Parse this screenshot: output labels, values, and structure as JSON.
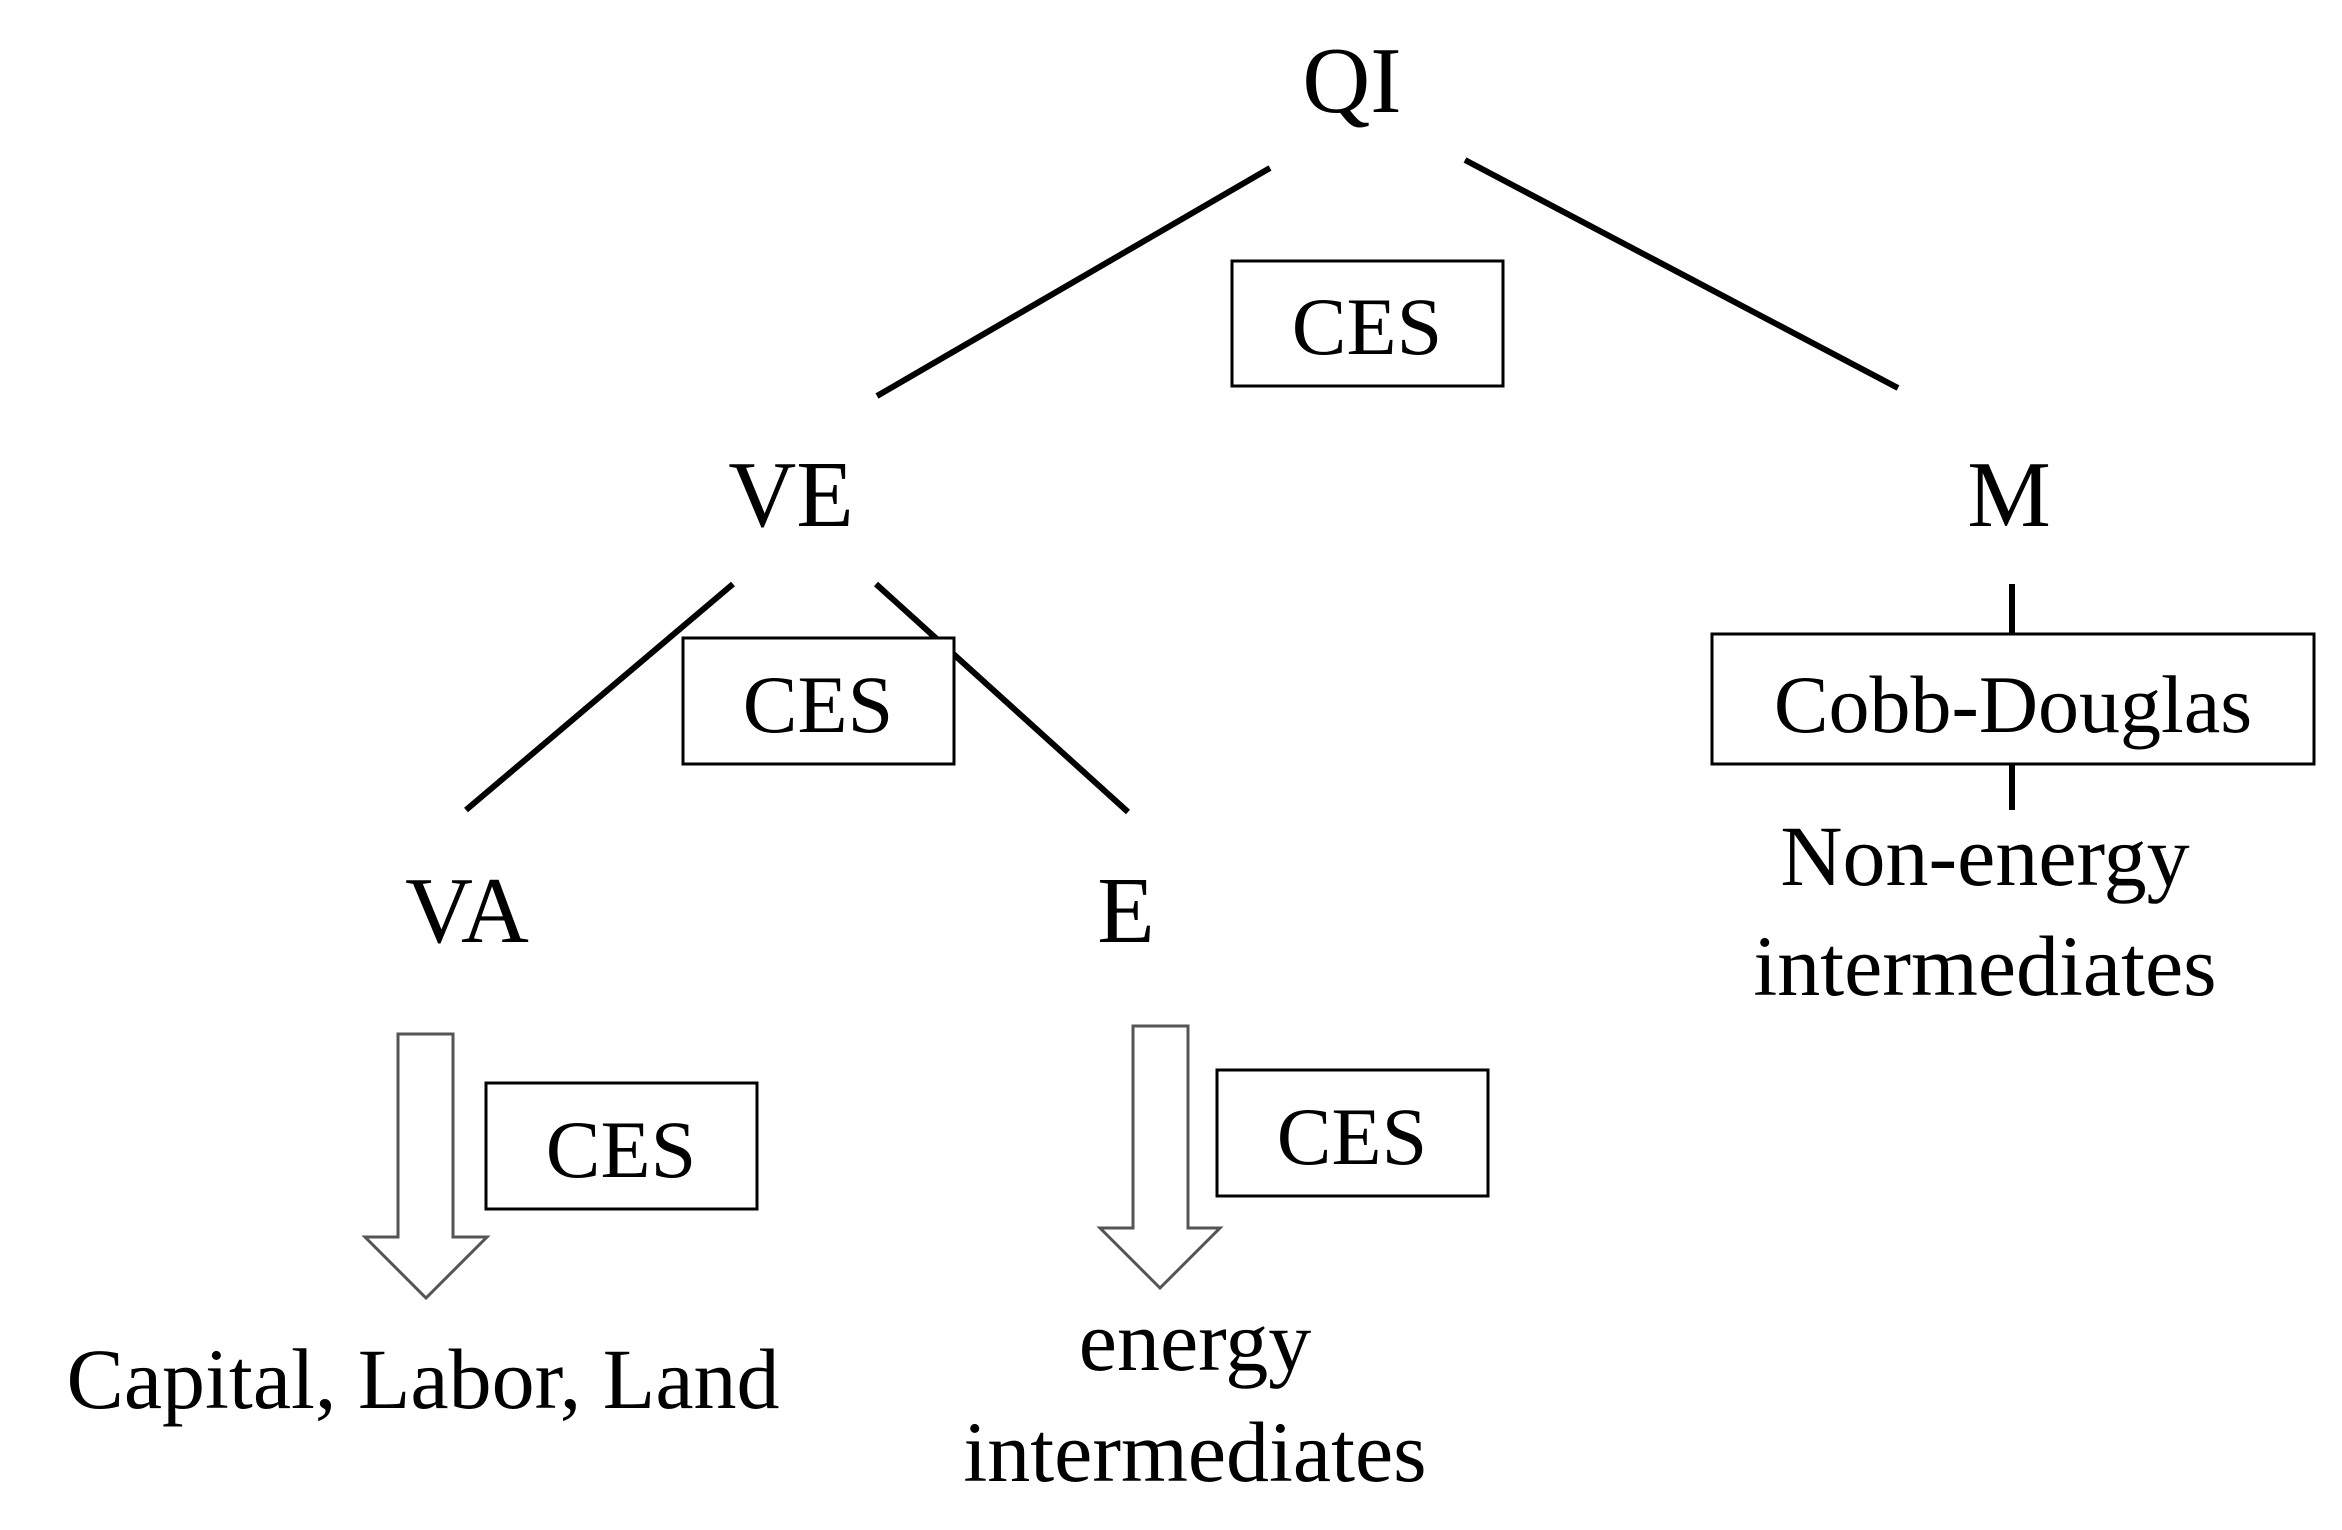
{
  "nodes": {
    "qi": "QI",
    "ve": "VE",
    "m": "M",
    "va": "VA",
    "e": "E"
  },
  "functions": {
    "top": "CES",
    "ve": "CES",
    "va": "CES",
    "e": "CES",
    "m": "Cobb-Douglas"
  },
  "leaves": {
    "va": "Capital, Labor, Land",
    "e_line1": "energy",
    "e_line2": "intermediates",
    "m_line1": "Non-energy",
    "m_line2": "intermediates"
  },
  "colors": {
    "line": "#000000",
    "arrow_outline": "#555555"
  }
}
